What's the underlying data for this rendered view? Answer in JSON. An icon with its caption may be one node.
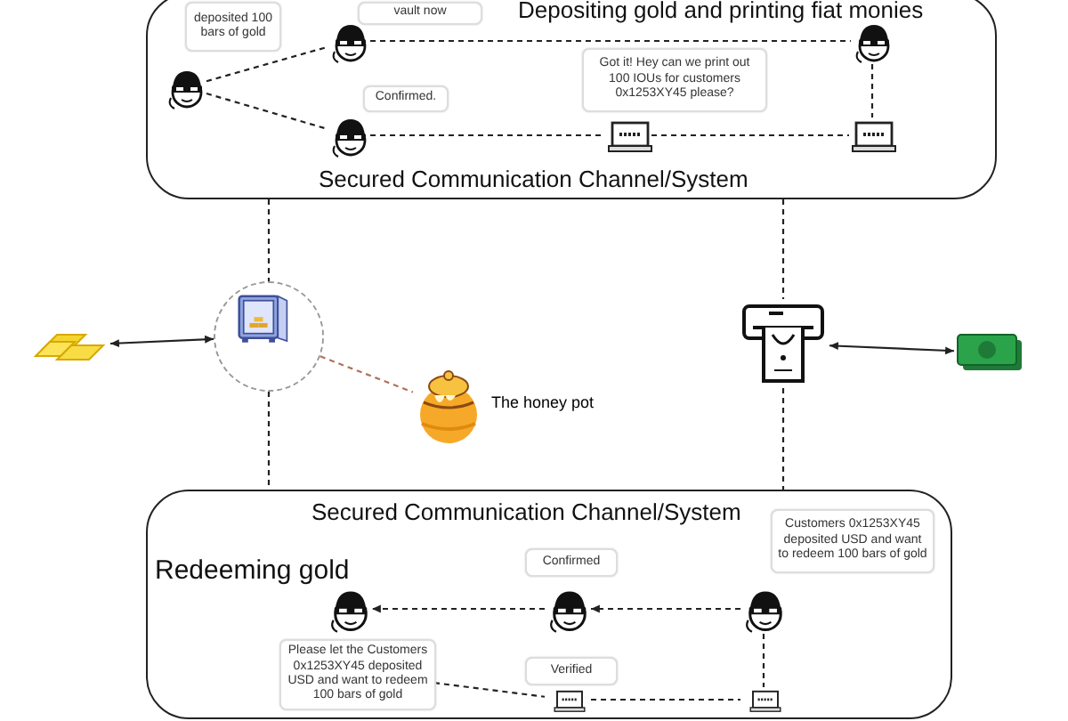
{
  "diagram": {
    "nodes": [
      {
        "text": [
          "Depositing gold and printing fiat monies",
          "Secured Communication Channel/System"
        ]
      },
      {
        "text": [
          "deposited 100 bars of gold"
        ],
        "in": 0
      },
      {
        "text": [
          "vault now"
        ],
        "in": 0
      },
      {
        "text": [],
        "shape": "person",
        "in": 0
      },
      {
        "text": [],
        "shape": "person",
        "in": 0
      },
      {
        "text": [],
        "shape": "person",
        "in": 0
      },
      {
        "text": [
          "Got it! Hey can we print out 100 IOUs for customers 0x1253XY45 please?"
        ],
        "in": 0
      },
      {
        "text": [
          "Confirmed."
        ],
        "in": 0
      },
      {
        "text": [],
        "shape": "person",
        "in": 0
      },
      {
        "text": [],
        "shape": "laptop",
        "in": 0
      },
      {
        "text": [],
        "shape": "laptop",
        "in": 0
      },
      {
        "text": [],
        "shape": "picture"
      },
      {
        "text": [],
        "shape": "picture"
      },
      {
        "text": [],
        "shape": "picture"
      },
      {
        "text": [],
        "shape": "picture",
        "beside": [
          "The honey pot"
        ]
      },
      {
        "text": [],
        "shape": "picture"
      },
      {
        "text": [
          "Secured Communication Channel/System",
          "Redeeming gold"
        ]
      },
      {
        "text": [
          "Customers 0x1253XY45 deposited USD and want to redeem 100 bars of gold"
        ],
        "in": 16
      },
      {
        "text": [
          "Confirmed"
        ],
        "in": 16
      },
      {
        "text": [],
        "shape": "person",
        "in": 16
      },
      {
        "text": [],
        "shape": "person",
        "in": 16
      },
      {
        "text": [],
        "shape": "person",
        "in": 16
      },
      {
        "text": [
          "Please let the Customers 0x1253XY45 deposited USD and want to redeem 100 bars of gold"
        ],
        "in": 16
      },
      {
        "text": [
          "Verified"
        ],
        "in": 16
      },
      {
        "text": [],
        "shape": "laptop",
        "in": 16
      },
      {
        "text": [],
        "shape": "laptop",
        "in": 16
      }
    ],
    "edges": [
      {
        "from": 5,
        "to": 3,
        "arrow": "none",
        "style": "dashed"
      },
      {
        "from": 5,
        "to": 8,
        "arrow": "none",
        "style": "dashed"
      },
      {
        "from": 3,
        "to": 4,
        "arrow": "none",
        "style": "dashed"
      },
      {
        "from": 8,
        "to": 9,
        "arrow": "none",
        "style": "dashed"
      },
      {
        "from": 9,
        "to": 10,
        "arrow": "none",
        "style": "dashed"
      },
      {
        "from": 4,
        "to": 10,
        "arrow": "none",
        "style": "dashed"
      },
      {
        "from": 0,
        "to": 12,
        "arrow": "none",
        "style": "dashed"
      },
      {
        "from": 12,
        "to": 16,
        "arrow": "none",
        "style": "dashed"
      },
      {
        "from": 0,
        "to": 13,
        "arrow": "none",
        "style": "dashed"
      },
      {
        "from": 13,
        "to": 16,
        "arrow": "none",
        "style": "dashed"
      },
      {
        "from": 11,
        "to": 12,
        "arrow": "both"
      },
      {
        "from": 13,
        "to": 15,
        "arrow": "both"
      },
      {
        "from": 12,
        "to": 14,
        "arrow": "none",
        "style": "dashed",
        "color": "#b0705a"
      },
      {
        "from": 21,
        "to": 20,
        "arrow": "to",
        "style": "dashed"
      },
      {
        "from": 20,
        "to": 19,
        "arrow": "to",
        "style": "dashed"
      },
      {
        "from": 21,
        "to": 25,
        "arrow": "none",
        "style": "dashed"
      },
      {
        "from": 24,
        "to": 25,
        "arrow": "none",
        "style": "dashed"
      },
      {
        "from": 22,
        "to": 24,
        "arrow": "none",
        "style": "dashed"
      }
    ]
  }
}
